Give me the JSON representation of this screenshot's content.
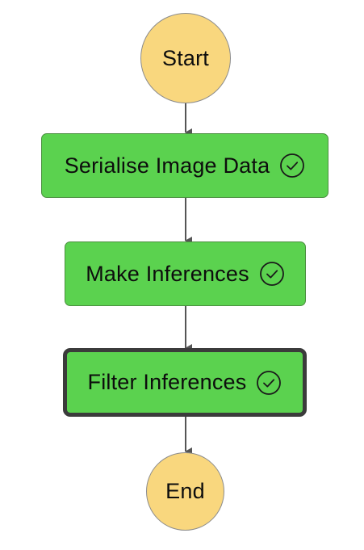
{
  "colors": {
    "terminal_fill": "#f9d77e",
    "task_fill": "#5bd24f",
    "edge": "#555555",
    "selected_border": "#3b3b3b"
  },
  "diagram": {
    "start": {
      "label": "Start"
    },
    "steps": [
      {
        "label": "Serialise Image Data",
        "status_icon": "check-circle-icon",
        "selected": false
      },
      {
        "label": "Make Inferences",
        "status_icon": "check-circle-icon",
        "selected": false
      },
      {
        "label": "Filter Inferences",
        "status_icon": "check-circle-icon",
        "selected": true
      }
    ],
    "end": {
      "label": "End"
    }
  }
}
